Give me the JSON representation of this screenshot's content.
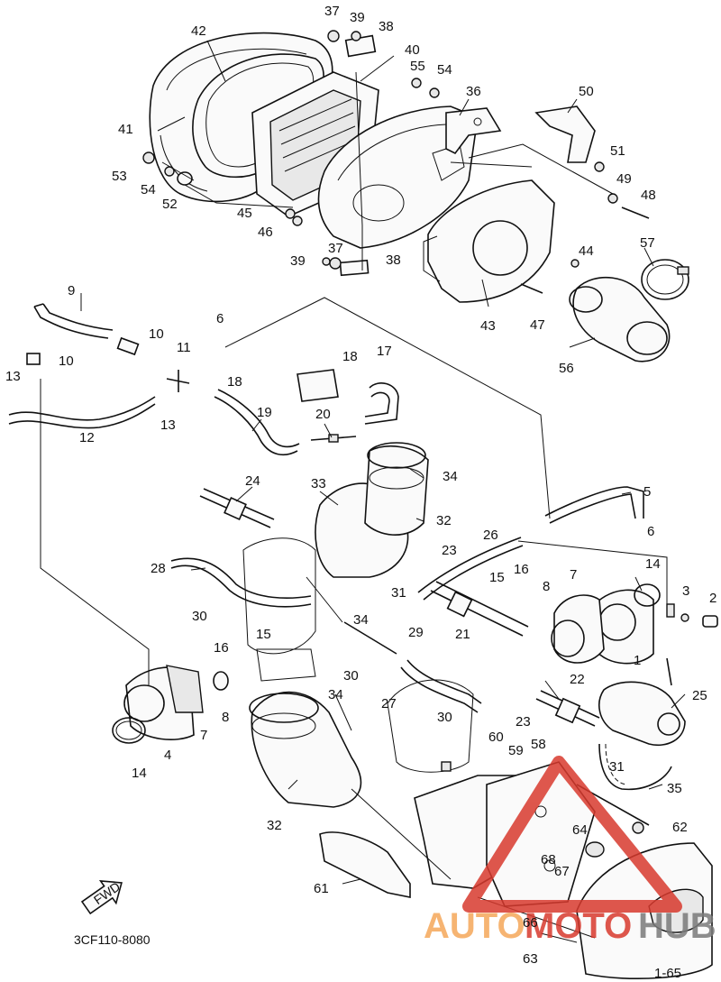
{
  "diagram_code": "3CF110-8080",
  "direction_label": "FWD",
  "watermark": {
    "part1": "AUTO",
    "part2": "MOTO",
    "part3": "HUB",
    "color_orange": "#f5a85a",
    "color_red": "#d83a2e",
    "color_gray": "#7a7a7a"
  },
  "callouts": {
    "n1": "1",
    "n2": "2",
    "n3": "3",
    "n4": "4",
    "n5": "5",
    "n6a": "6",
    "n6b": "6",
    "n7a": "7",
    "n7b": "7",
    "n8a": "8",
    "n8b": "8",
    "n9": "9",
    "n10a": "10",
    "n10b": "10",
    "n11": "11",
    "n12": "12",
    "n13a": "13",
    "n13b": "13",
    "n14a": "14",
    "n14b": "14",
    "n15a": "15",
    "n15b": "15",
    "n16a": "16",
    "n16b": "16",
    "n17": "17",
    "n18a": "18",
    "n18b": "18",
    "n19": "19",
    "n20": "20",
    "n21": "21",
    "n22": "22",
    "n23a": "23",
    "n23b": "23",
    "n24": "24",
    "n25": "25",
    "n26": "26",
    "n27": "27",
    "n28": "28",
    "n29": "29",
    "n30a": "30",
    "n30b": "30",
    "n30c": "30",
    "n31a": "31",
    "n31b": "31",
    "n32a": "32",
    "n32b": "32",
    "n33": "33",
    "n34a": "34",
    "n34b": "34",
    "n34c": "34",
    "n35": "35",
    "n36": "36",
    "n37a": "37",
    "n37b": "37",
    "n38a": "38",
    "n38b": "38",
    "n39a": "39",
    "n39b": "39",
    "n40": "40",
    "n41": "41",
    "n42": "42",
    "n43": "43",
    "n44": "44",
    "n45": "45",
    "n46": "46",
    "n47": "47",
    "n48": "48",
    "n49": "49",
    "n50": "50",
    "n51": "51",
    "n52": "52",
    "n53": "53",
    "n54a": "54",
    "n54b": "54",
    "n55": "55",
    "n56": "56",
    "n57": "57",
    "n58": "58",
    "n59": "59",
    "n60": "60",
    "n61": "61",
    "n62": "62",
    "n63": "63",
    "n64": "64",
    "n65": "1-65",
    "n66": "66",
    "n67": "67",
    "n68": "68"
  }
}
